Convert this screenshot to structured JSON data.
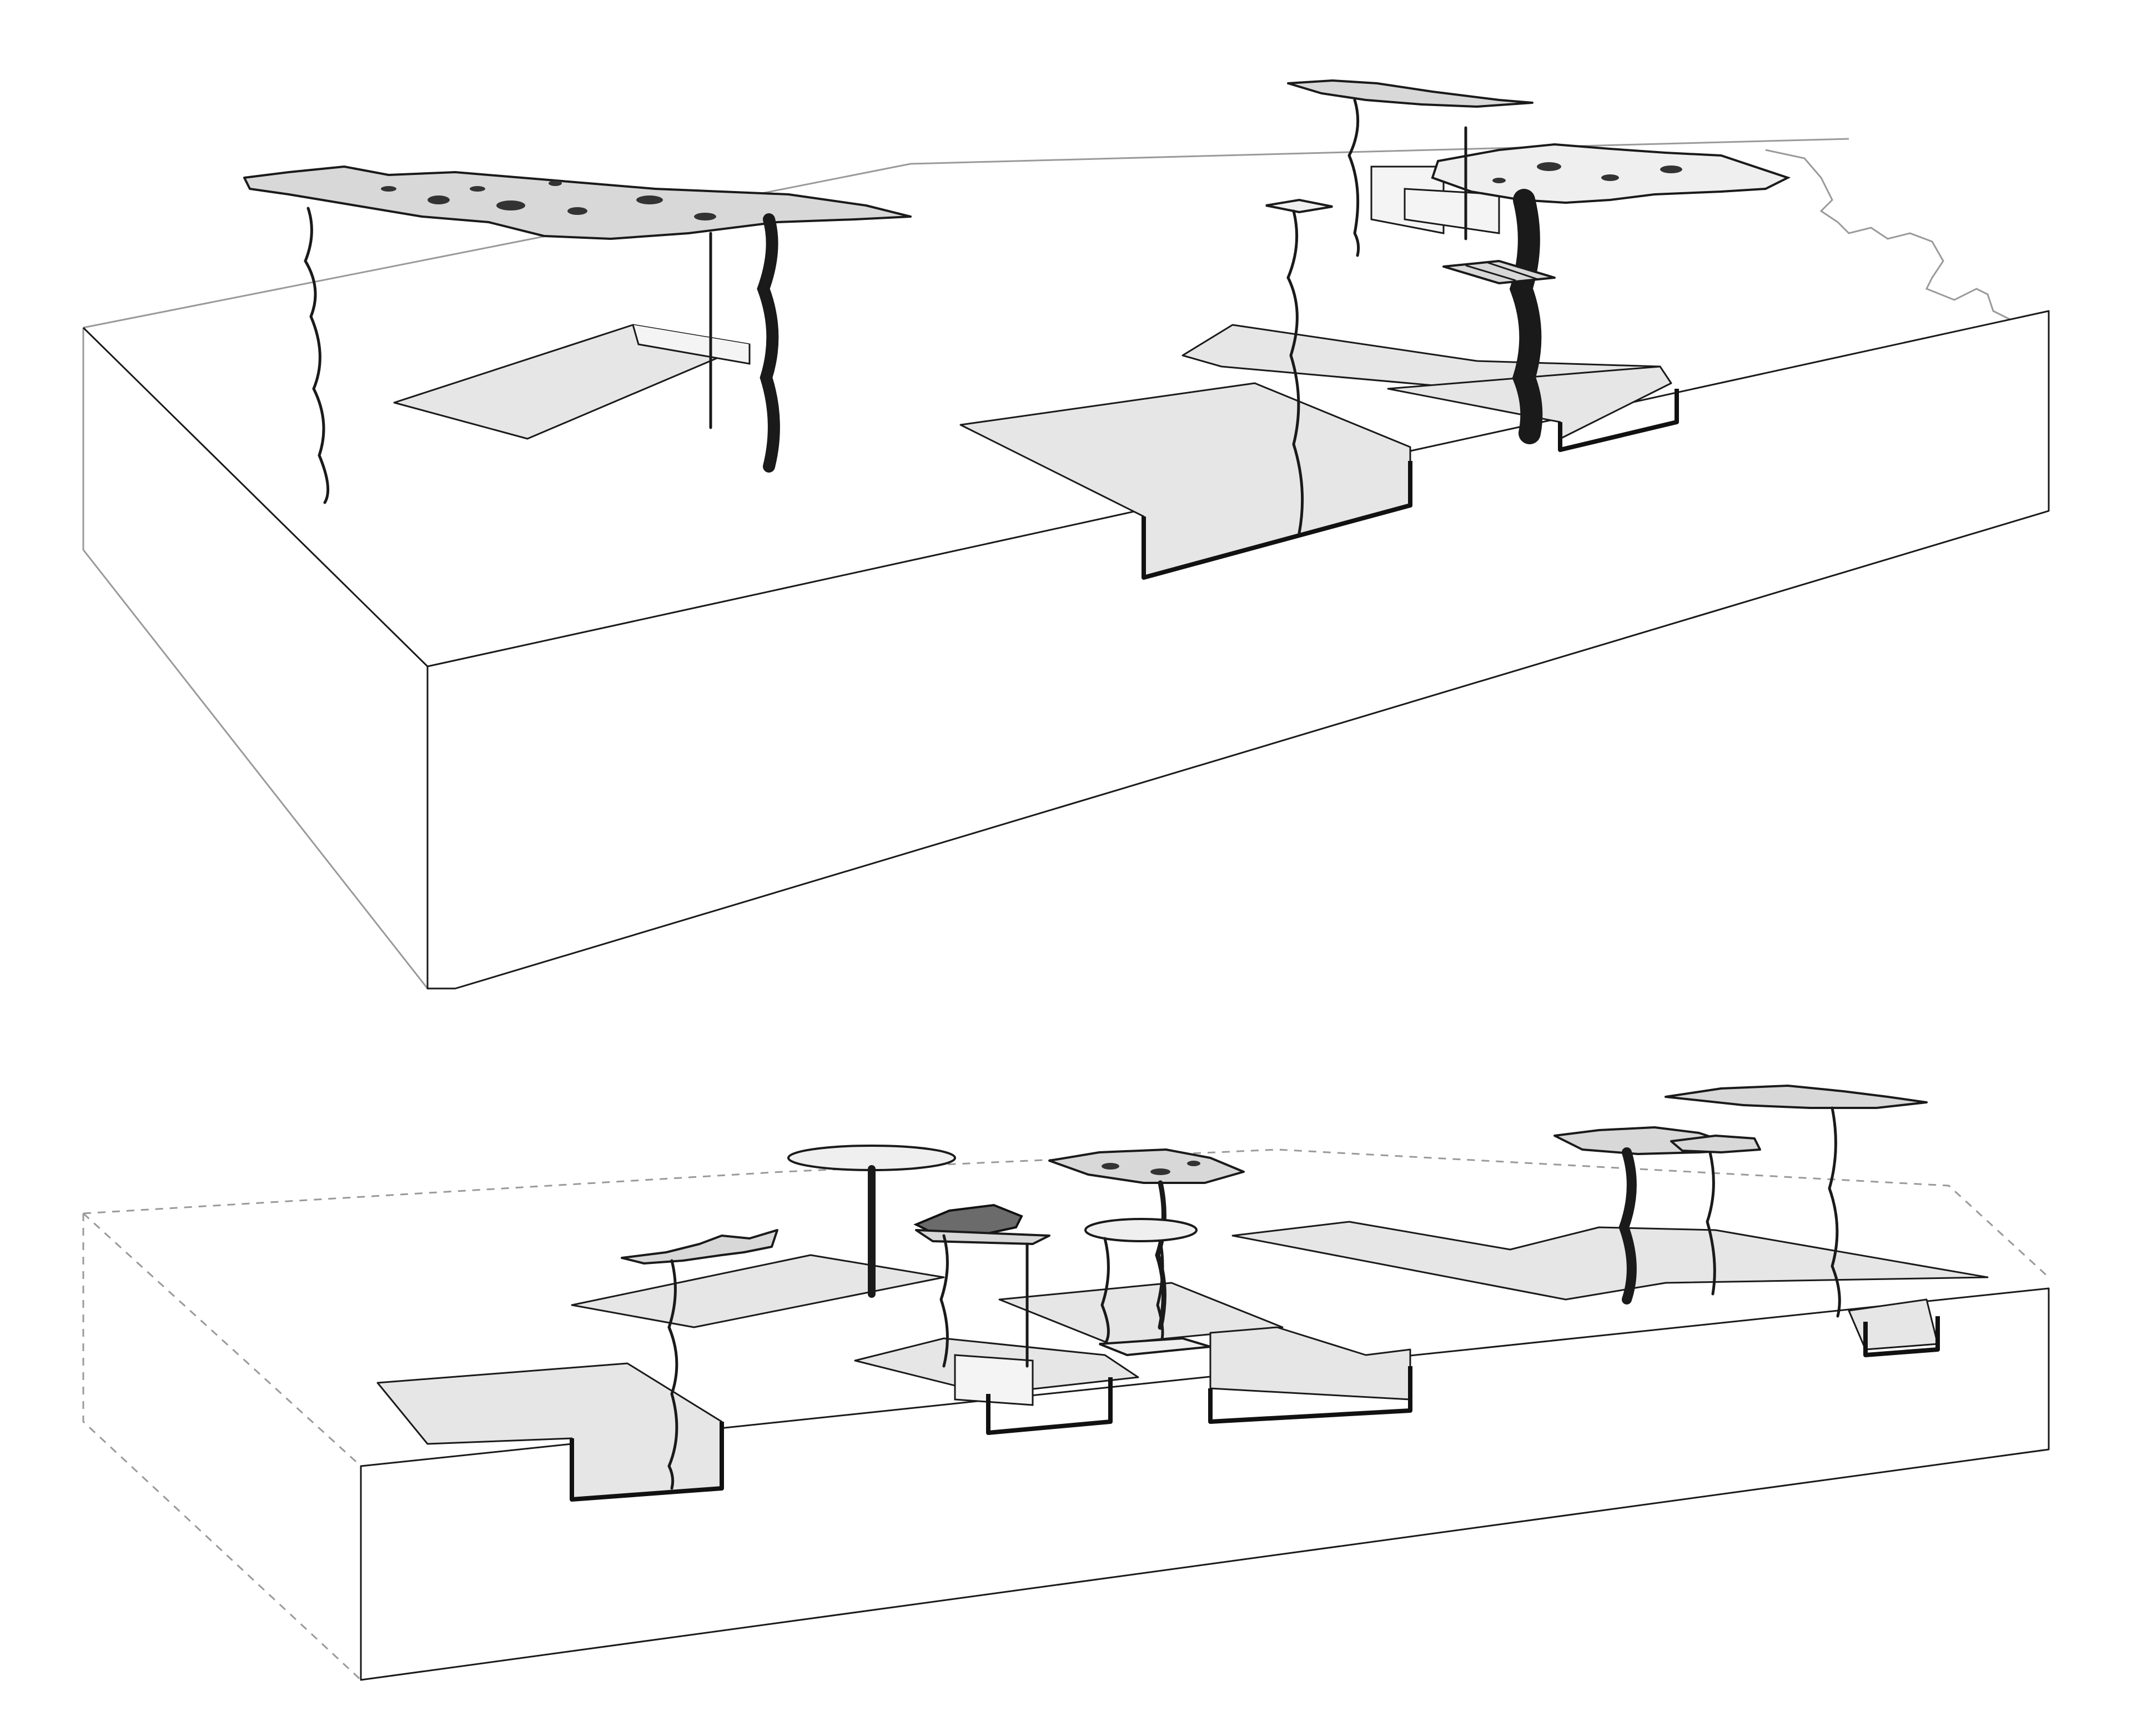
{
  "figure": {
    "blocks": [
      {
        "id": "upper-block",
        "canopy_count": 6,
        "excavation_count": 3
      },
      {
        "id": "lower-block",
        "canopy_count": 9,
        "excavation_count": 6
      }
    ],
    "colors": {
      "line": "#1a1a1a",
      "excavation_fill": "#e6e6e6",
      "canopy_fill": "#d8d8d8",
      "background": "#ffffff"
    }
  }
}
